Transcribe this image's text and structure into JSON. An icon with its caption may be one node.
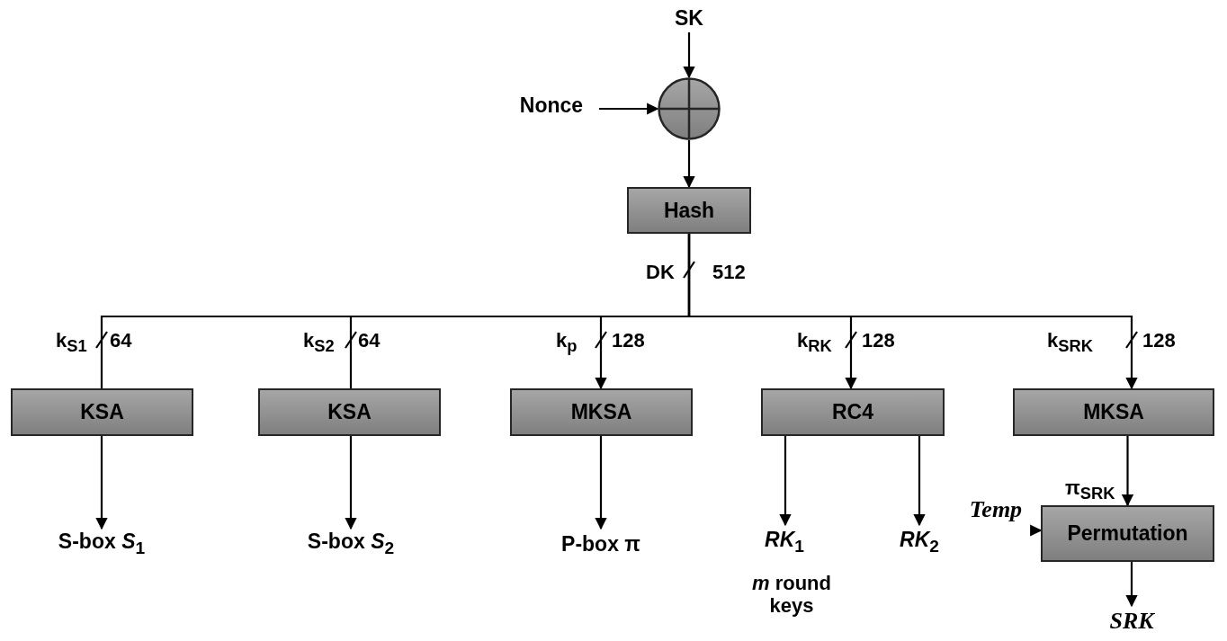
{
  "diagram": {
    "nodes": [
      {
        "text": [
          "SK"
        ]
      },
      {
        "text": [
          "Nonce"
        ]
      },
      {
        "text": [],
        "shape": "circle"
      },
      {
        "text": [
          "Hash"
        ]
      },
      {
        "text": [
          "KSA"
        ]
      },
      {
        "text": [
          "KSA"
        ]
      },
      {
        "text": [
          "MKSA"
        ]
      },
      {
        "text": [
          "RC4"
        ]
      },
      {
        "text": [
          "MKSA"
        ]
      },
      {
        "text": [
          "S-box *S*$_{1}$"
        ]
      },
      {
        "text": [
          "S-box *S*$_{2}$"
        ]
      },
      {
        "text": [
          "P-box π"
        ]
      },
      {
        "text": [
          "*RK*$_{1}$"
        ]
      },
      {
        "text": [
          "*RK*$_{2}$"
        ]
      },
      {
        "text": [
          "Permutation"
        ]
      },
      {
        "text": [
          "Temp"
        ]
      },
      {
        "text": [
          "SRK"
        ]
      }
    ],
    "edges": [
      {
        "from": 0,
        "to": 2,
        "arrow": "to"
      },
      {
        "from": 1,
        "to": 2,
        "arrow": "to"
      },
      {
        "from": 2,
        "to": 3,
        "arrow": "to"
      },
      {
        "from": 3,
        "to": 4,
        "arrow": "none"
      },
      {
        "from": 3,
        "to": 5,
        "arrow": "none"
      },
      {
        "from": 3,
        "to": 6,
        "arrow": "to"
      },
      {
        "from": 3,
        "to": 7,
        "arrow": "to"
      },
      {
        "from": 3,
        "to": 8,
        "arrow": "to"
      },
      {
        "from": 4,
        "to": 9,
        "arrow": "to"
      },
      {
        "from": 5,
        "to": 10,
        "arrow": "to"
      },
      {
        "from": 6,
        "to": 11,
        "arrow": "to"
      },
      {
        "from": 7,
        "to": 12,
        "arrow": "to"
      },
      {
        "from": 7,
        "to": 13,
        "arrow": "to"
      },
      {
        "from": 8,
        "to": 14,
        "arrow": "to"
      },
      {
        "from": 15,
        "to": 14,
        "arrow": "to"
      },
      {
        "from": 14,
        "to": 16,
        "arrow": "to"
      }
    ],
    "labels": [
      "DK",
      "512",
      "k$_{S1}$",
      "64",
      "k$_{S2}$",
      "64",
      "k$_{p}$",
      "128",
      "k$_{RK}$",
      "128",
      "k$_{SRK}$",
      "128",
      "π$_{SRK}$",
      "*m* round keys"
    ]
  }
}
